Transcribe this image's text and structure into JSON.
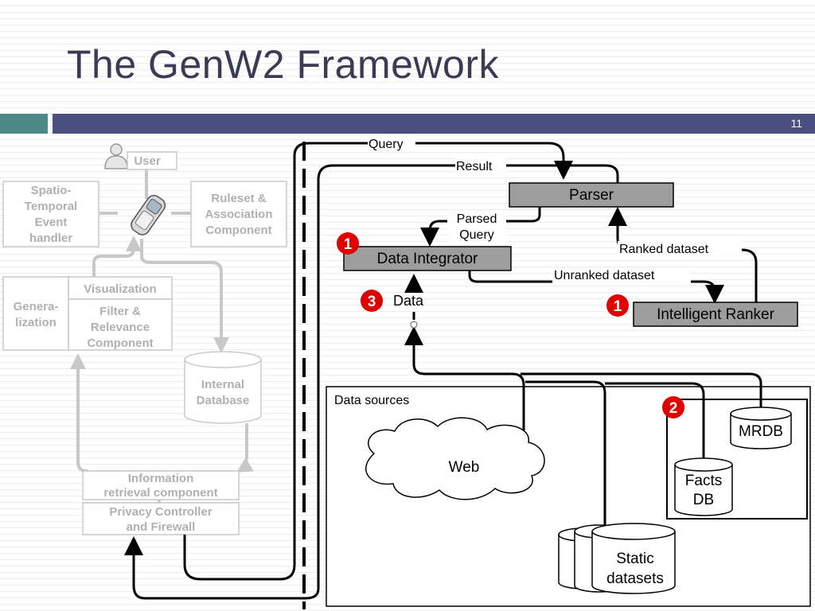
{
  "slide": {
    "title": "The GenW2 Framework",
    "number": "11"
  },
  "left_system": {
    "user": "User",
    "spatio_temporal": [
      "Spatio-",
      "Temporal",
      "Event",
      "handler"
    ],
    "ruleset": [
      "Ruleset &",
      "Association",
      "Component"
    ],
    "generalization": [
      "Genera-",
      "lization"
    ],
    "visualization": "Visualization",
    "filter": [
      "Filter &",
      "Relevance",
      "Component"
    ],
    "internal_db": [
      "Internal",
      "Database"
    ],
    "info_retrieval": [
      "Information",
      "retrieval component"
    ],
    "privacy": [
      "Privacy Controller",
      "and Firewall"
    ]
  },
  "right_system": {
    "query_label": "Query",
    "result_label": "Result",
    "parser": "Parser",
    "parsed_query": [
      "Parsed",
      "Query"
    ],
    "data_integrator": "Data Integrator",
    "ranked_dataset": "Ranked dataset",
    "unranked_dataset": "Unranked dataset",
    "intelligent_ranker": "Intelligent Ranker",
    "data_label": "Data",
    "data_sources": "Data sources",
    "web": "Web",
    "mrdb": "MRDB",
    "facts_db": [
      "Facts",
      "DB"
    ],
    "static_datasets": [
      "Static",
      "datasets"
    ]
  },
  "badges": {
    "integrator": "1",
    "ranker": "1",
    "data": "3",
    "sources": "2"
  },
  "colors": {
    "title": "#3b3b55",
    "band_teal": "#4f8a8b",
    "band_navy": "#4b4e80",
    "component_box": "#9d9d9d",
    "badge": "#e00000",
    "faded": "#c8c8c8"
  }
}
